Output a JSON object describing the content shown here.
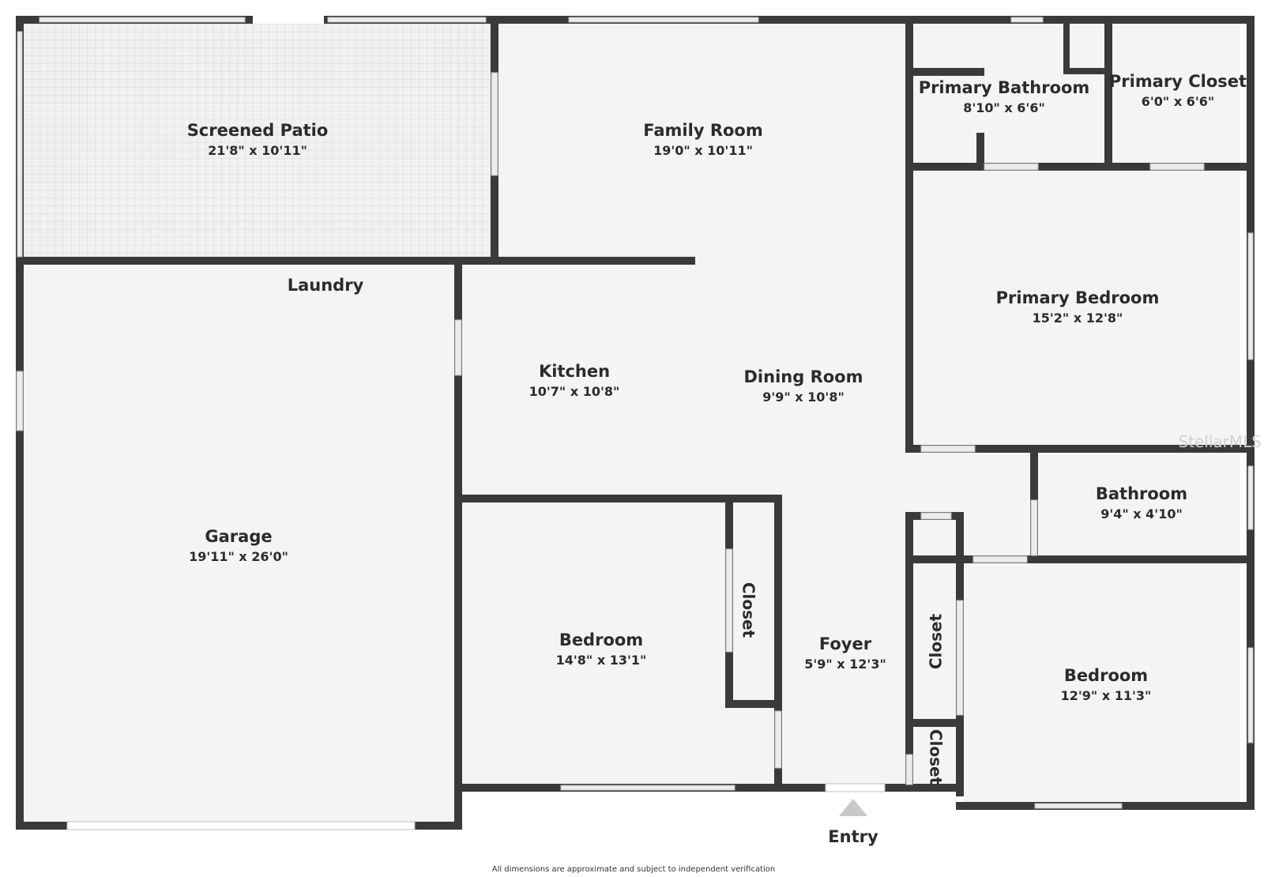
{
  "rooms": {
    "screened_patio": {
      "name": "Screened Patio",
      "dims": "21'8\" x 10'11\""
    },
    "family_room": {
      "name": "Family Room",
      "dims": "19'0\" x 10'11\""
    },
    "primary_bathroom": {
      "name": "Primary Bathroom",
      "dims": "8'10\" x 6'6\""
    },
    "primary_closet": {
      "name": "Primary Closet",
      "dims": "6'0\" x 6'6\""
    },
    "laundry": {
      "name": "Laundry"
    },
    "primary_bedroom": {
      "name": "Primary Bedroom",
      "dims": "15'2\" x 12'8\""
    },
    "kitchen": {
      "name": "Kitchen",
      "dims": "10'7\" x 10'8\""
    },
    "dining_room": {
      "name": "Dining Room",
      "dims": "9'9\" x 10'8\""
    },
    "bathroom": {
      "name": "Bathroom",
      "dims": "9'4\" x 4'10\""
    },
    "garage": {
      "name": "Garage",
      "dims": "19'11\" x 26'0\""
    },
    "bedroom_2": {
      "name": "Bedroom",
      "dims": "14'8\" x 13'1\""
    },
    "foyer": {
      "name": "Foyer",
      "dims": "5'9\" x 12'3\""
    },
    "bedroom_3": {
      "name": "Bedroom",
      "dims": "12'9\" x 11'3\""
    },
    "closet_a": {
      "name": "Closet"
    },
    "closet_b": {
      "name": "Closet"
    },
    "closet_c": {
      "name": "Closet"
    }
  },
  "entry": {
    "label": "Entry"
  },
  "footer": {
    "note": "All dimensions are approximate and subject to independent verification"
  },
  "watermark": {
    "text": "StellarMLS"
  },
  "colors": {
    "wall": "#3a3a3a",
    "floor": "#f4f4f4",
    "background": "#ffffff",
    "opening": "#e6e6e6"
  }
}
